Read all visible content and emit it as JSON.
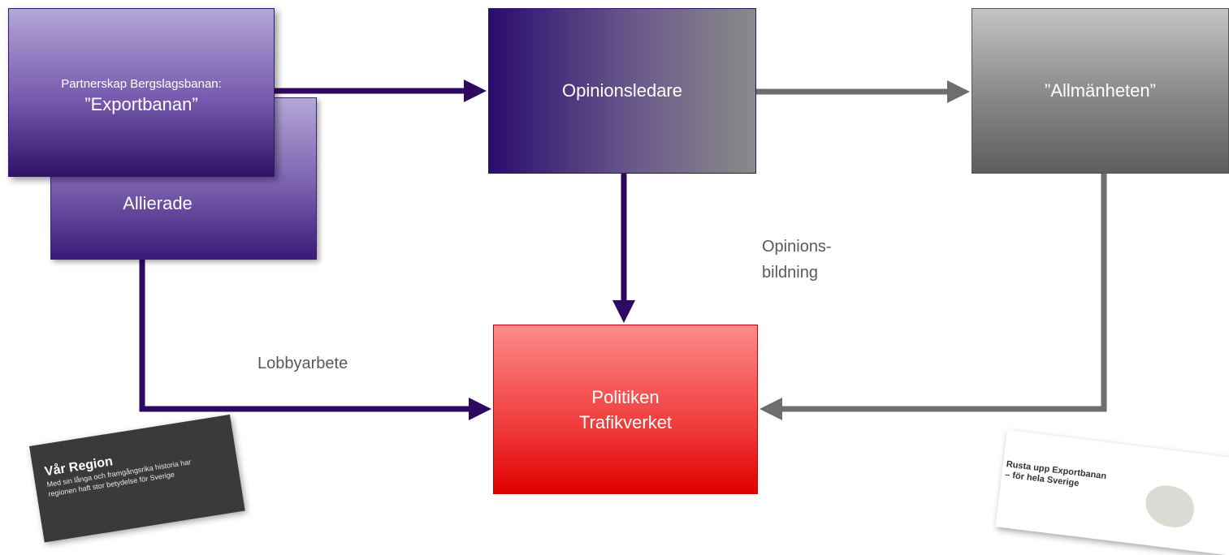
{
  "nodes": {
    "partnerskap": {
      "subtitle": "Partnerskap Bergslagsbanan:",
      "title": "”Exportbanan”"
    },
    "allierade": {
      "label": "Allierade"
    },
    "opinionsledare": {
      "label": "Opinionsledare"
    },
    "allmanheten": {
      "label": "”Allmänheten”"
    },
    "politiken": {
      "line1": "Politiken",
      "line2": "Trafikverket"
    }
  },
  "edge_labels": {
    "lobbyarbete": "Lobbyarbete",
    "opinionsbildning_1": "Opinions-",
    "opinionsbildning_2": "bildning"
  },
  "brochures": {
    "left": {
      "title": "Vår Region",
      "text_1": "Med sin långa och framgångsrika historia har",
      "text_2": "regionen haft stor betydelse för Sverige"
    },
    "right": {
      "line1": "Rusta upp Exportbanan",
      "line2": "– för hela Sverige"
    }
  },
  "colors": {
    "purple_arrow": "#2e0a63",
    "gray_arrow": "#6e6e6e"
  }
}
